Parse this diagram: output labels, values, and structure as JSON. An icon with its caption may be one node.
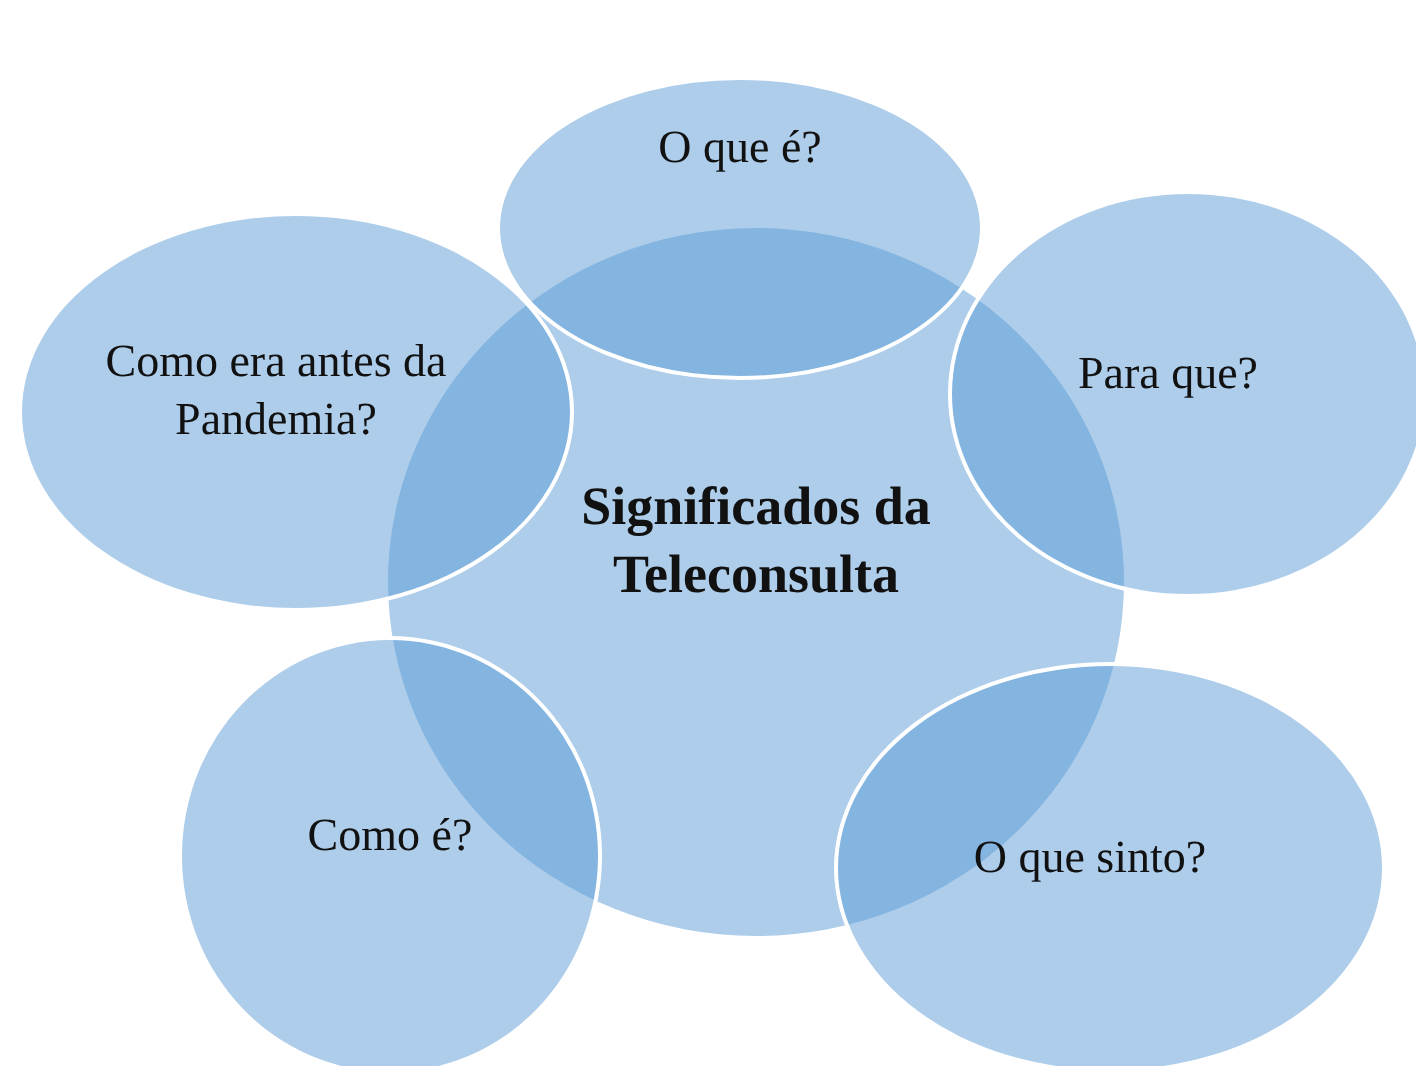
{
  "diagram": {
    "nodes": [
      {
        "text": [
          "Significados da Teleconsulta"
        ]
      },
      {
        "text": [
          "O que é?"
        ]
      },
      {
        "text": [
          "Como era antes da Pandemia?"
        ]
      },
      {
        "text": [
          "Para que?"
        ]
      },
      {
        "text": [
          "Como é?"
        ]
      },
      {
        "text": [
          "O que sinto?"
        ]
      }
    ]
  }
}
